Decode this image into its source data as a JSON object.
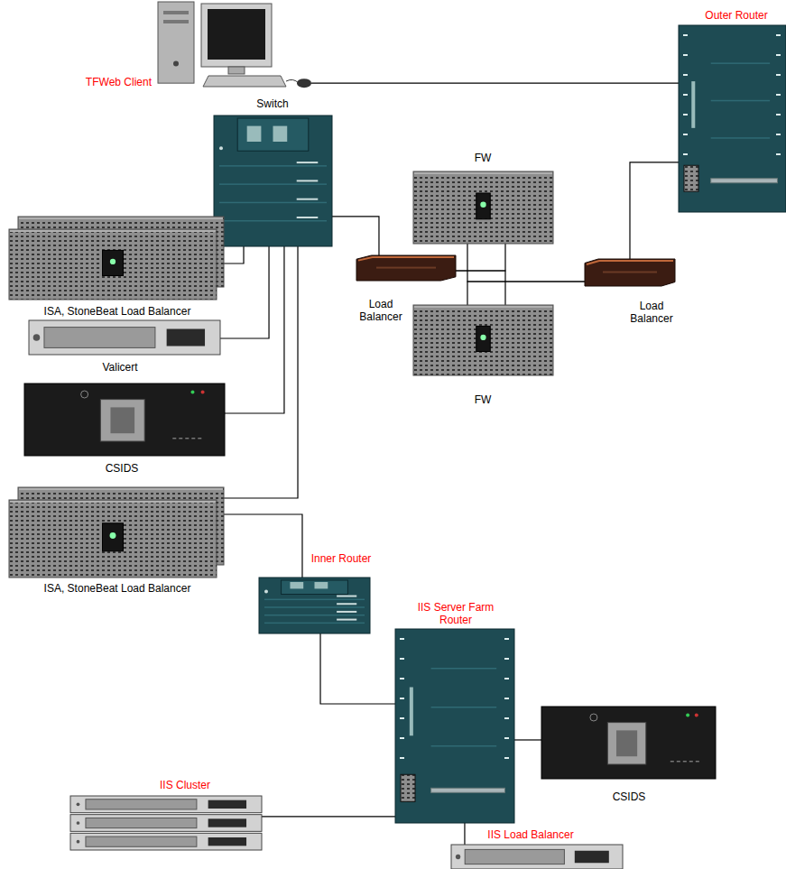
{
  "diagram": {
    "nodes": [
      {
        "text": [
          "TFWeb Client"
        ]
      },
      {
        "text": [
          "Outer Router"
        ]
      },
      {
        "text": [
          "Switch"
        ]
      },
      {
        "text": [
          "FW"
        ]
      },
      {
        "text": [
          "ISA, StoneBeat Load Balancer"
        ]
      },
      {
        "text": [
          "Load Balancer"
        ]
      },
      {
        "text": [
          "Load Balancer"
        ]
      },
      {
        "text": [
          "Valicert"
        ]
      },
      {
        "text": [
          "FW"
        ]
      },
      {
        "text": [
          "CSIDS"
        ]
      },
      {
        "text": [
          "ISA, StoneBeat Load Balancer"
        ]
      },
      {
        "text": [
          "Inner Router"
        ]
      },
      {
        "text": [
          "IIS Server Farm Router"
        ]
      },
      {
        "text": [
          "CSIDS"
        ]
      },
      {
        "text": [
          "IIS Cluster"
        ]
      },
      {
        "text": [
          "IIS Load Balancer"
        ]
      }
    ],
    "edges": [
      {
        "from": 0,
        "to": 1,
        "arrow": "none"
      },
      {
        "from": 1,
        "to": 6,
        "arrow": "none"
      },
      {
        "from": 2,
        "to": 5,
        "arrow": "none"
      },
      {
        "from": 5,
        "to": 3,
        "arrow": "none"
      },
      {
        "from": 5,
        "to": 8,
        "arrow": "none"
      },
      {
        "from": 6,
        "to": 3,
        "arrow": "none"
      },
      {
        "from": 6,
        "to": 8,
        "arrow": "none"
      },
      {
        "from": 2,
        "to": 4,
        "arrow": "none"
      },
      {
        "from": 2,
        "to": 7,
        "arrow": "none"
      },
      {
        "from": 2,
        "to": 9,
        "arrow": "none"
      },
      {
        "from": 2,
        "to": 10,
        "arrow": "none"
      },
      {
        "from": 10,
        "to": 11,
        "arrow": "none"
      },
      {
        "from": 11,
        "to": 12,
        "arrow": "none"
      },
      {
        "from": 12,
        "to": 13,
        "arrow": "none"
      },
      {
        "from": 12,
        "to": 14,
        "arrow": "none"
      },
      {
        "from": 12,
        "to": 15,
        "arrow": "none"
      }
    ]
  }
}
